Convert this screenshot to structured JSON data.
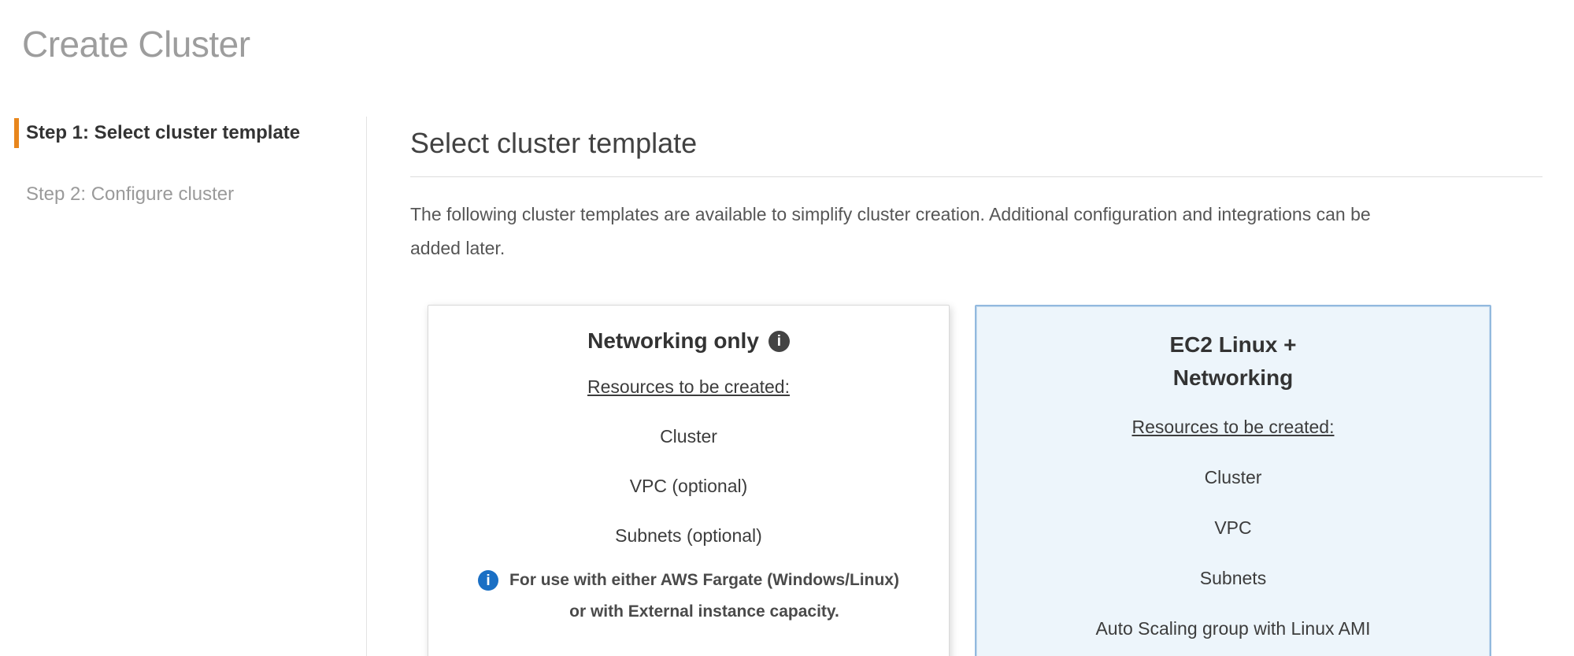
{
  "page": {
    "title": "Create Cluster"
  },
  "sidebar": {
    "steps": [
      {
        "label": "Step 1: Select cluster template",
        "state": "active"
      },
      {
        "label": "Step 2: Configure cluster",
        "state": "upcoming"
      }
    ]
  },
  "main": {
    "heading": "Select cluster template",
    "description": "The following cluster templates are available to simplify cluster creation. Additional configuration and integrations can be\nadded later.",
    "cards": [
      {
        "title": "Networking only",
        "title_info_icon": "info-icon",
        "resources_label": "Resources to be created:",
        "resources": [
          "Cluster",
          "VPC (optional)",
          "Subnets (optional)"
        ],
        "note": "For use with either AWS Fargate (Windows/Linux)\nor with External instance capacity.",
        "selected": false
      },
      {
        "title": "EC2 Linux +\nNetworking",
        "resources_label": "Resources to be created:",
        "resources": [
          "Cluster",
          "VPC",
          "Subnets",
          "Auto Scaling group with Linux AMI"
        ],
        "selected": true
      }
    ]
  },
  "colors": {
    "accent_orange": "#e8861c",
    "selected_card_border": "#92b9de",
    "selected_card_bg": "#edf5fb",
    "info_icon_dark": "#434343",
    "info_icon_blue": "#1a6fc4",
    "page_title_gray": "#9d9d9d"
  }
}
